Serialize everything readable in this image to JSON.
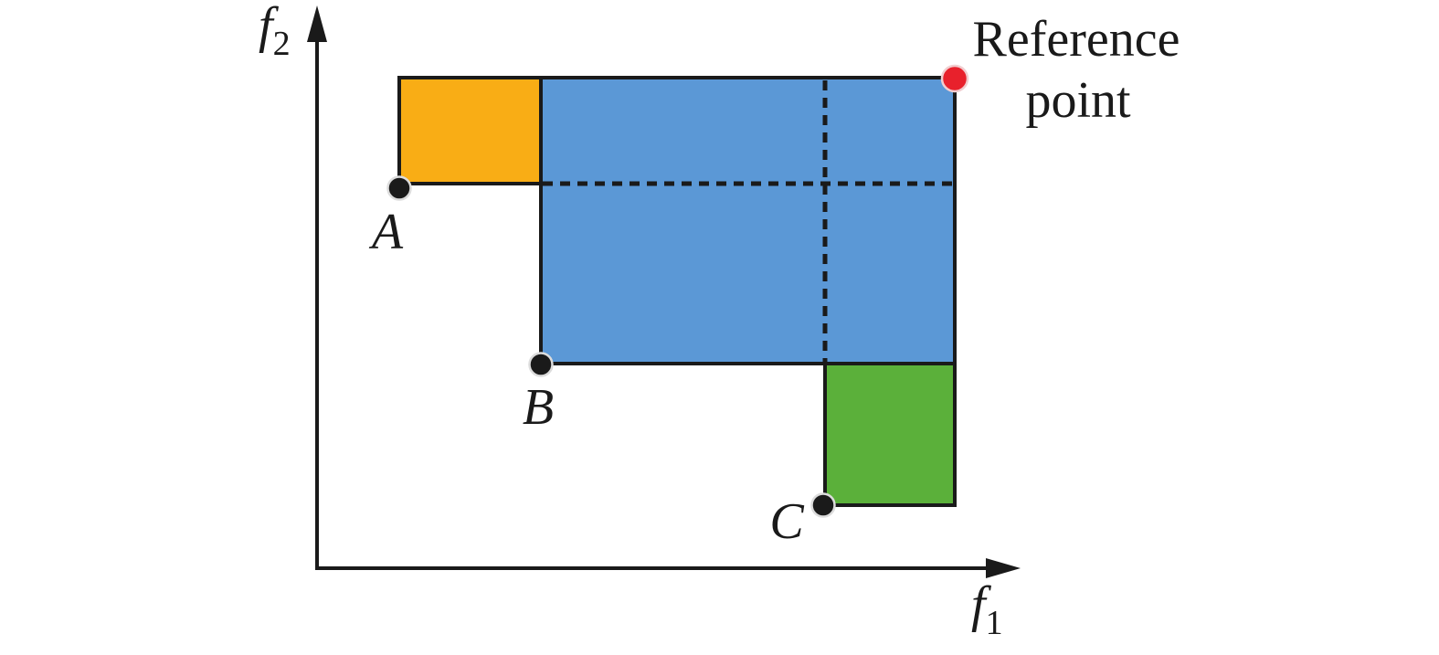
{
  "diagram": {
    "y_axis_label": {
      "base": "f",
      "sub": "2"
    },
    "x_axis_label": {
      "base": "f",
      "sub": "1"
    },
    "points": {
      "a": {
        "label": "A"
      },
      "b": {
        "label": "B"
      },
      "c": {
        "label": "C"
      }
    },
    "reference_point": {
      "line1": "Reference",
      "line2": "point"
    },
    "colors": {
      "region_a_fill": "#F9AD15",
      "region_b_fill": "#5B98D6",
      "region_c_fill": "#5BB03A",
      "reference_dot": "#E8212C",
      "solution_dot": "#1A1A1A",
      "line": "#1A1A1A"
    }
  }
}
